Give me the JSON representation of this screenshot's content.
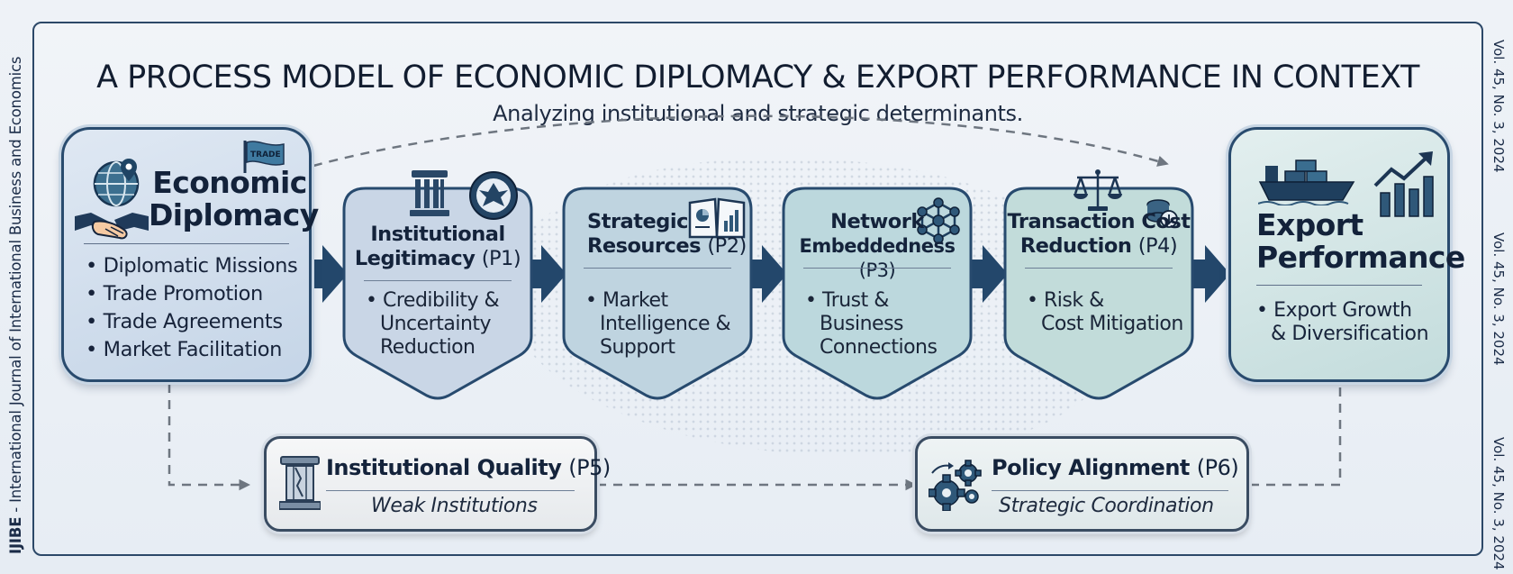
{
  "title": "A PROCESS MODEL OF ECONOMIC DIPLOMACY & EXPORT PERFORMANCE IN CONTEXT",
  "subtitle": "Analyzing institutional and strategic determinants.",
  "journal": {
    "abbr": "IJIBE",
    "name": " - International Journal of International Business and Economics"
  },
  "volume": "Vol. 45, No. 3, 2024",
  "economic_diplomacy": {
    "title_line1": "Economic",
    "title_line2": "Diplomacy",
    "flag_text": "TRADE",
    "items": [
      "Diplomatic Missions",
      "Trade Promotion",
      "Trade Agreements",
      "Market Facilitation"
    ]
  },
  "stages": [
    {
      "line1": "Institutional",
      "line2": "Legitimacy",
      "code": "(P1)",
      "bullets": [
        "Credibility &",
        "Uncertainty",
        "Reduction"
      ]
    },
    {
      "line1": "Strategic",
      "line2": "Resources",
      "code": "(P2)",
      "bullets": [
        "Market",
        "Intelligence &",
        "Support"
      ]
    },
    {
      "line1": "Network",
      "line2": "Embeddedness",
      "code": "(P3)",
      "bullets": [
        "Trust &",
        "Business",
        "Connections"
      ]
    },
    {
      "line1": "Transaction Cost",
      "line2": "Reduction",
      "code": "(P4)",
      "bullets": [
        "Risk &",
        "Cost Mitigation"
      ]
    }
  ],
  "export_performance": {
    "title_line1": "Export",
    "title_line2": "Performance",
    "bullets": [
      "Export Growth",
      "& Diversification"
    ]
  },
  "moderators": [
    {
      "title": "Institutional Quality",
      "code": "(P5)",
      "subtitle": "Weak Institutions"
    },
    {
      "title": "Policy Alignment",
      "code": "(P6)",
      "subtitle": "Strategic Coordination"
    }
  ],
  "colors": {
    "frame": "#2c4868",
    "arrow": "#23476b",
    "stage_fills": [
      "#c9d6e6",
      "#bfd4e0",
      "#bcd8dd",
      "#c2dcda"
    ],
    "dashed_line": "#6e7680"
  },
  "icons": [
    "globe-pin-icon",
    "handshake-icon",
    "trade-flag-icon",
    "column-icon",
    "seal-icon",
    "report-book-icon",
    "network-nodes-icon",
    "scales-icon",
    "coins-icon",
    "cargo-ship-icon",
    "growth-chart-icon",
    "broken-column-icon",
    "gears-icon"
  ]
}
